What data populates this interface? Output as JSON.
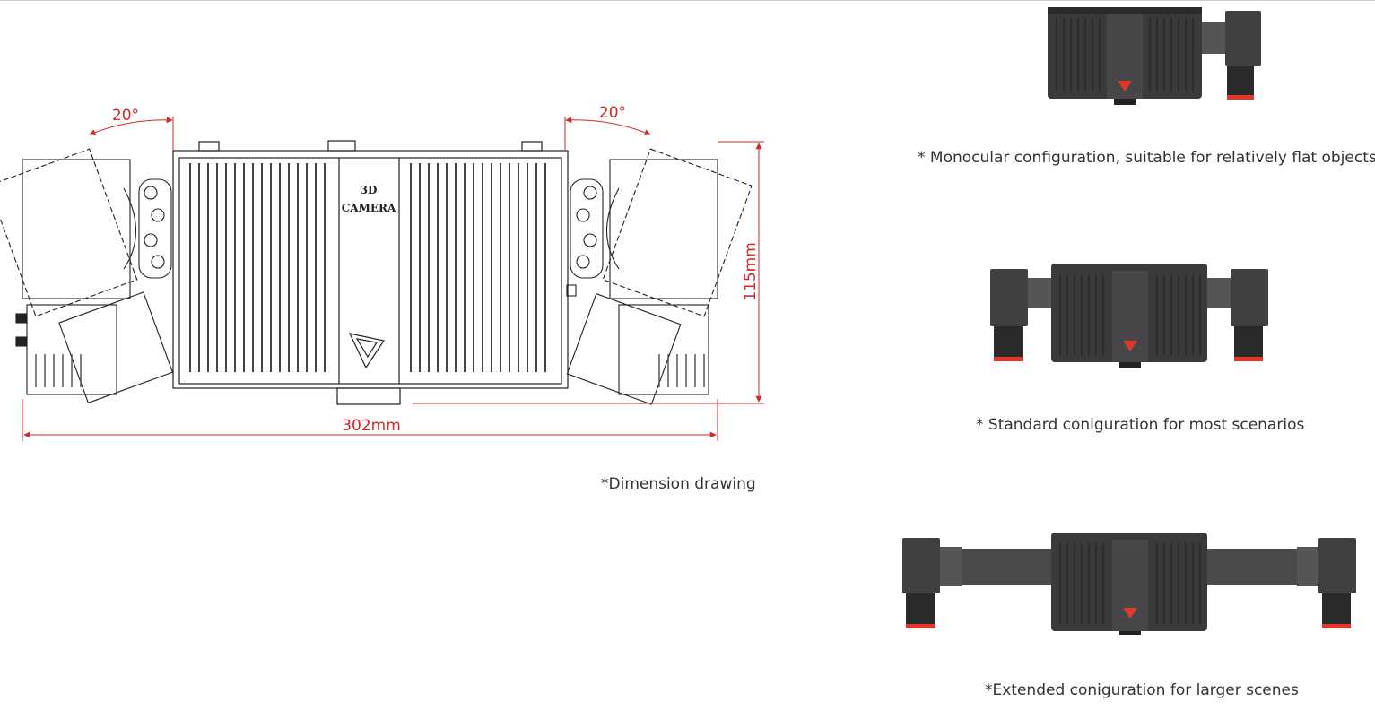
{
  "drawing": {
    "angle_left": "20°",
    "angle_right": "20°",
    "height_dim": "115mm",
    "width_dim": "302mm",
    "label_line1": "3D",
    "label_line2": "CAMERA",
    "caption": "*Dimension drawing"
  },
  "configurations": [
    {
      "caption": "* Monocular configuration, suitable for relatively flat objects"
    },
    {
      "caption": "* Standard coniguration for most scenarios"
    },
    {
      "caption": "*Extended coniguration for larger scenes"
    }
  ],
  "colors": {
    "dimension": "#d12a2a",
    "product_body": "#3a3a3c",
    "accent": "#e0392b"
  }
}
